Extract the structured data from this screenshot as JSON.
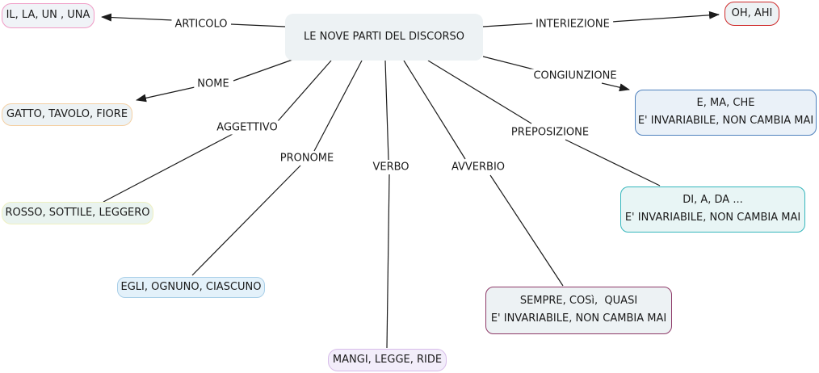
{
  "central": {
    "label": "LE NOVE PARTI DEL DISCORSO"
  },
  "edges": [
    {
      "name": "articolo",
      "label": "ARTICOLO"
    },
    {
      "name": "nome",
      "label": "NOME"
    },
    {
      "name": "aggettivo",
      "label": "AGGETTIVO"
    },
    {
      "name": "pronome",
      "label": "PRONOME"
    },
    {
      "name": "verbo",
      "label": "VERBO"
    },
    {
      "name": "avverbio",
      "label": "AVVERBIO"
    },
    {
      "name": "preposizione",
      "label": "PREPOSIZIONE"
    },
    {
      "name": "congiunzione",
      "label": "CONGIUNZIONE"
    },
    {
      "name": "interiezione",
      "label": "INTERIEZIONE"
    }
  ],
  "boxes": [
    {
      "name": "articolo-examples",
      "lines": [
        "IL, LA, UN , UNA"
      ]
    },
    {
      "name": "interiezione-examples",
      "lines": [
        "OH, AHI"
      ]
    },
    {
      "name": "nome-examples",
      "lines": [
        "GATTO, TAVOLO, FIORE"
      ]
    },
    {
      "name": "congiunzione-examples",
      "lines": [
        "E, MA, CHE",
        "E' INVARIABILE, NON CAMBIA MAI"
      ]
    },
    {
      "name": "aggettivo-examples",
      "lines": [
        "ROSSO, SOTTILE, LEGGERO"
      ]
    },
    {
      "name": "preposizione-examples",
      "lines": [
        "DI, A, DA ...",
        "E' INVARIABILE, NON CAMBIA MAI"
      ]
    },
    {
      "name": "pronome-examples",
      "lines": [
        "EGLI, OGNUNO, CIASCUNO"
      ]
    },
    {
      "name": "avverbio-examples",
      "lines": [
        "SEMPRE, COSì,  QUASI",
        "E' INVARIABILE, NON CAMBIA MAI"
      ]
    },
    {
      "name": "verbo-examples",
      "lines": [
        "MANGI, LEGGE, RIDE"
      ]
    }
  ],
  "colors": {
    "line": "#1c1c1c",
    "pink": "#f09cc6",
    "red": "#cf2a2a",
    "blue": "#4f81bd",
    "teal": "#35b6bc",
    "plum": "#8e3a68",
    "violet": "#d7bce9",
    "lightblue": "#a9cfe8",
    "paleyellow": "#eef0c0",
    "peach": "#f4d0a4",
    "bg-default": "#edf2f4",
    "bg-pinkish": "#f0f3f7",
    "bg-mint": "#e9f3ef",
    "bg-babyblue": "#e3f1fa",
    "bg-lavender": "#f2edfa",
    "bg-cyan": "#e8f5f5",
    "bg-blue": "#eaf1f8"
  }
}
